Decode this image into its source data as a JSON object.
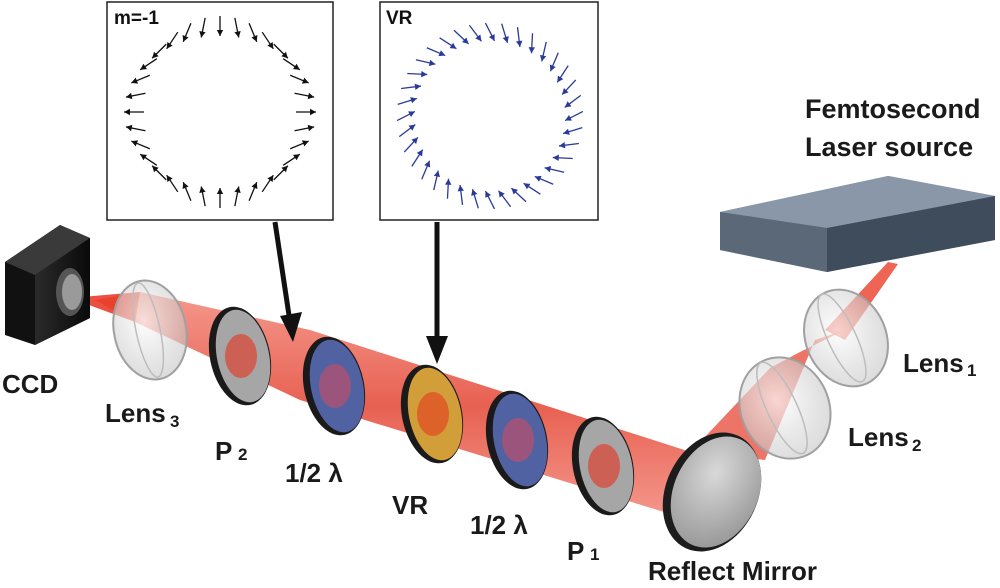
{
  "insets": {
    "left": {
      "title": "m=-1",
      "arrow_color": "#111111",
      "arrow_count": 32
    },
    "right": {
      "title": "VR",
      "arrow_color": "#2a3a9a",
      "arrow_count": 36
    }
  },
  "labels": {
    "source_line1": "Femtosecond",
    "source_line2": "Laser source",
    "ccd": "CCD",
    "lens1": "Lens",
    "lens1_sub": "1",
    "lens2": "Lens",
    "lens2_sub": "2",
    "lens3": "Lens",
    "lens3_sub": "3",
    "p2": "P",
    "p2_sub": "2",
    "p1": "P",
    "p1_sub": "1",
    "half_wave_a": "1/2 λ",
    "half_wave_b": "1/2 λ",
    "vr": "VR",
    "mirror": "Reflect Mirror"
  },
  "colors": {
    "beam": "#e8321e",
    "laser_box_top": "#7f8d9e",
    "laser_box_front": "#5a6878",
    "halfwave_plate": "#5f74c4",
    "vr_plate": "#f2b640",
    "polarizer": "#d8d8d8"
  }
}
